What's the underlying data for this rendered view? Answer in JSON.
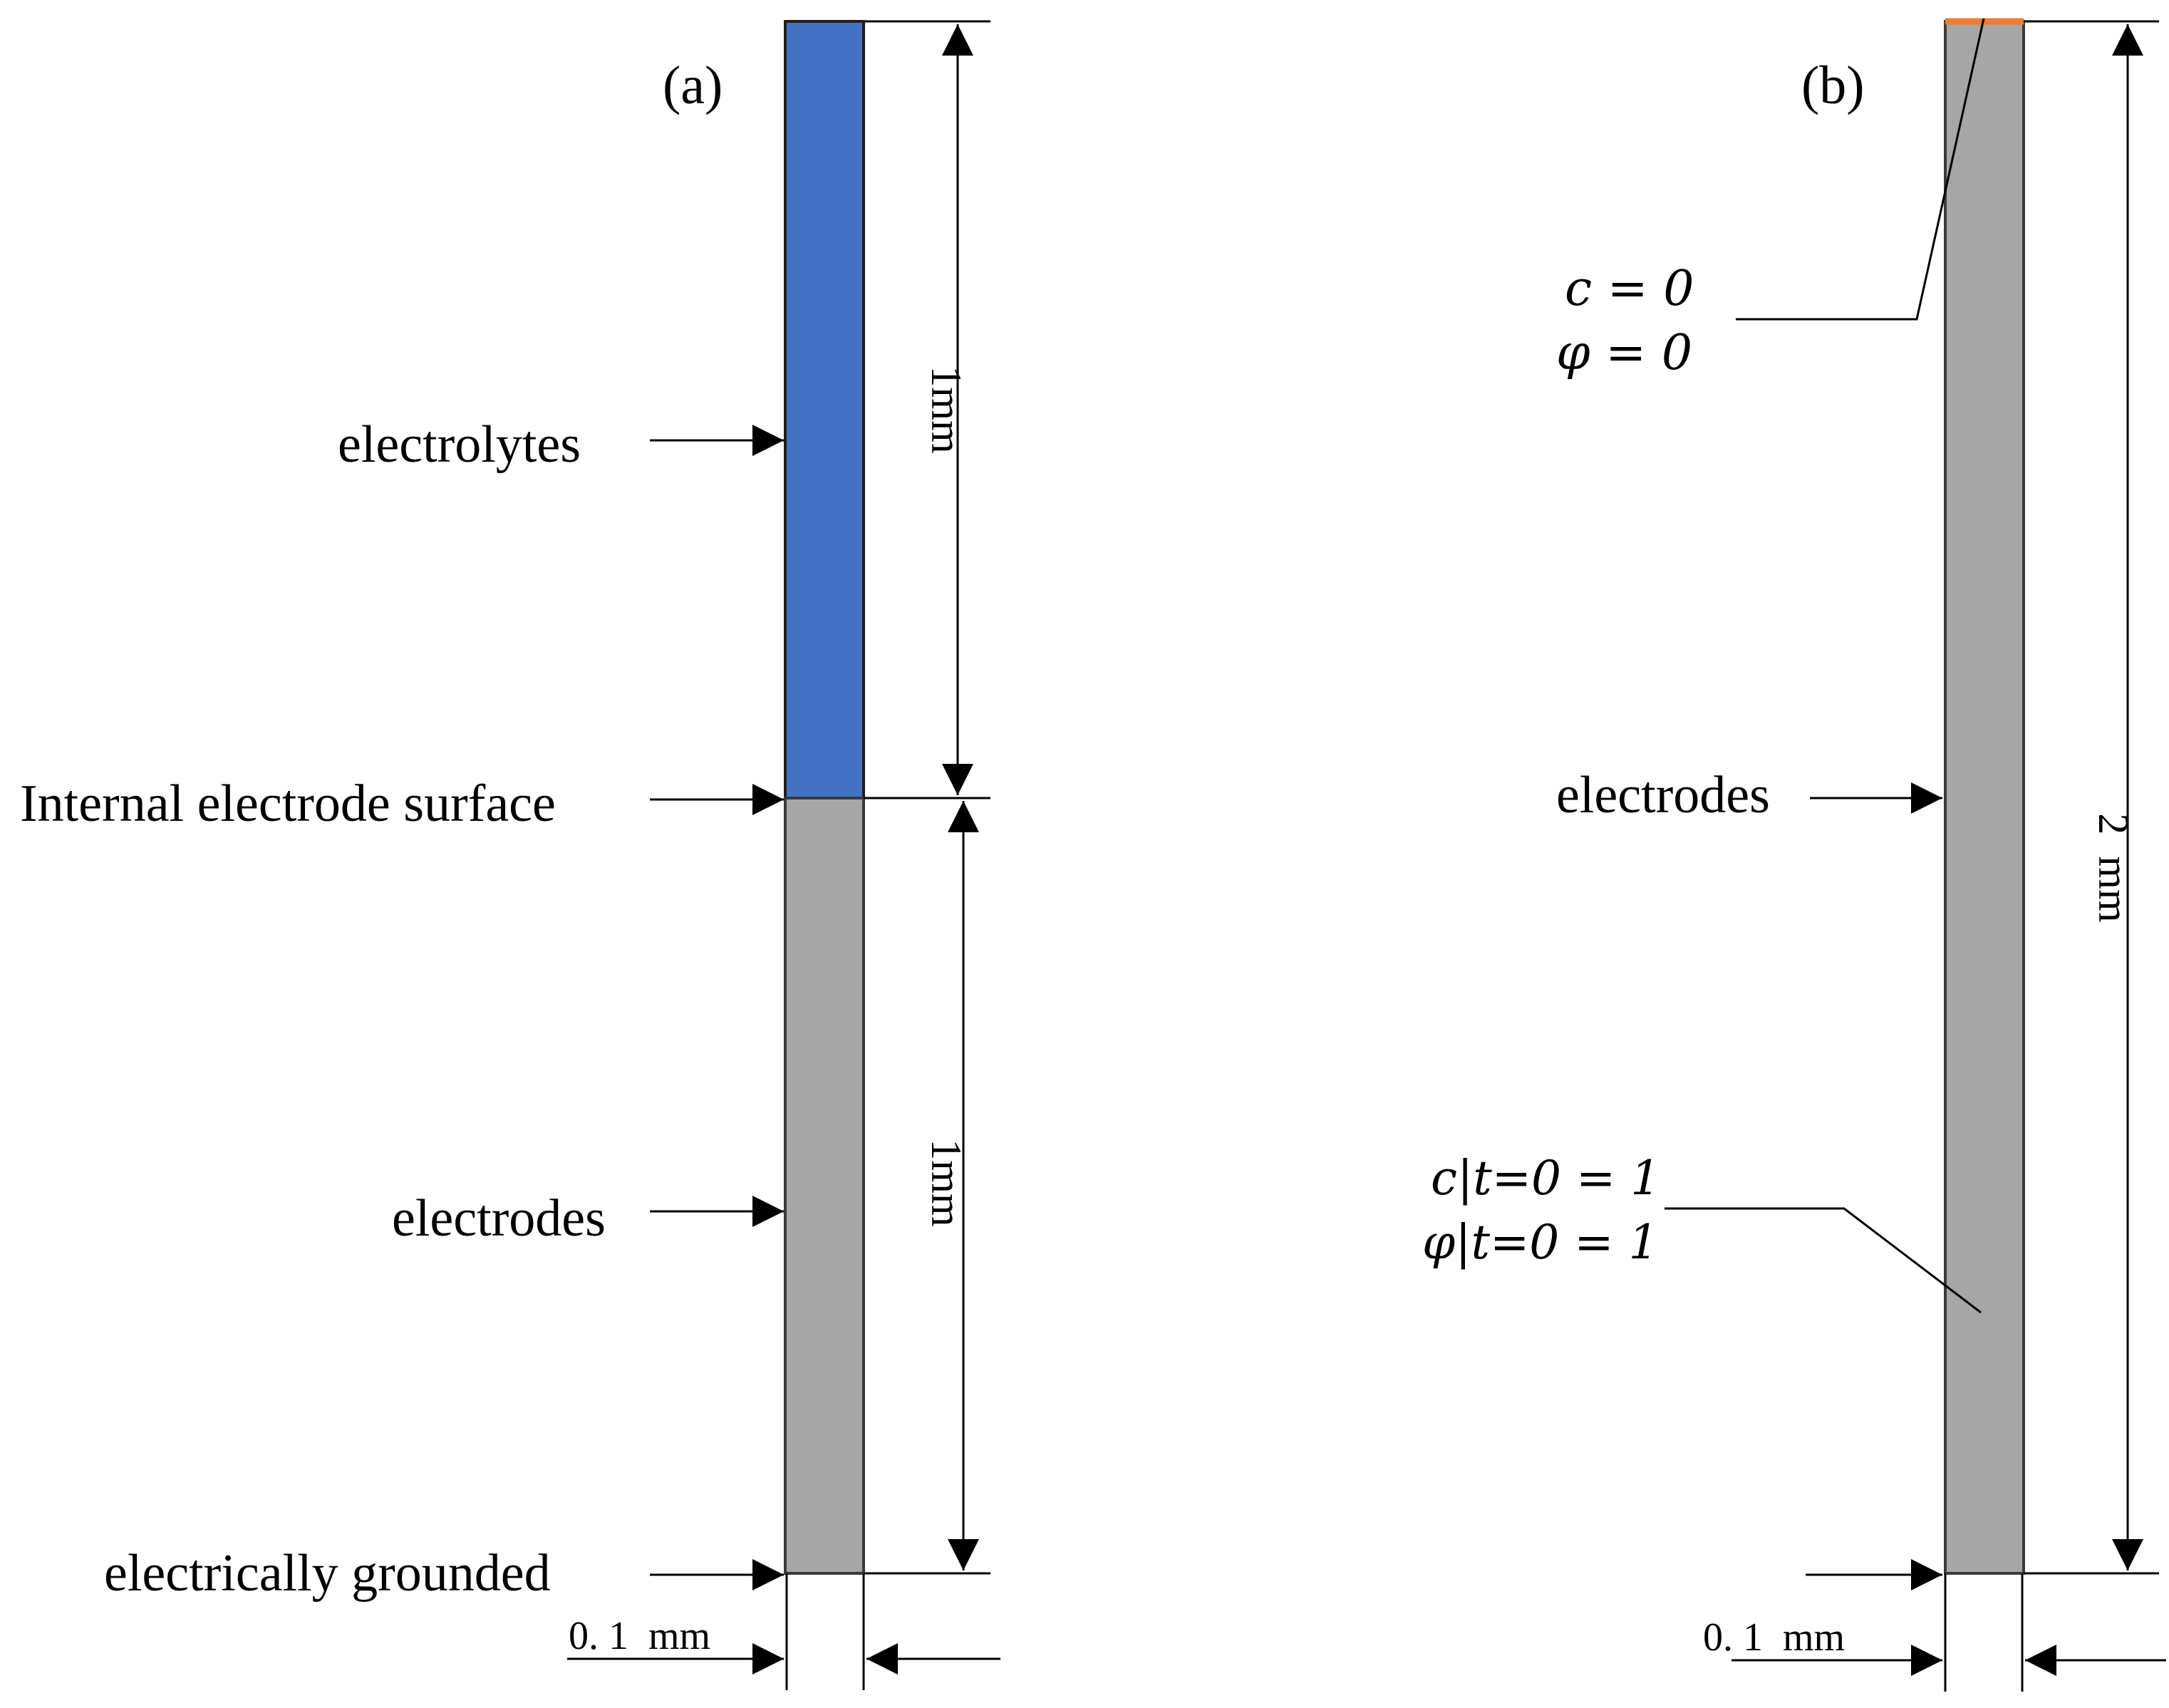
{
  "panel_a": {
    "tag": "(a)",
    "label_electrolytes": "electrolytes",
    "label_internal_surface": "Internal electrode surface",
    "label_electrodes": "electrodes",
    "label_grounded": "electrically grounded",
    "dim_upper": "1mm",
    "dim_lower": "1mm",
    "dim_width": "0. 1  mm",
    "colors": {
      "electrolyte": "#4472c4",
      "electrode": "#a6a6a6"
    }
  },
  "panel_b": {
    "tag": "(b)",
    "label_electrodes": "electrodes",
    "bc_top_line1": "c = 0",
    "bc_top_line2": "φ = 0",
    "ic_line1": "c|t=0 = 1",
    "ic_line2": "φ|t=0 = 1",
    "dim_height": "2  mm",
    "dim_width": "0. 1  mm",
    "colors": {
      "electrode": "#a6a6a6",
      "top_boundary": "#ed7d31"
    }
  }
}
